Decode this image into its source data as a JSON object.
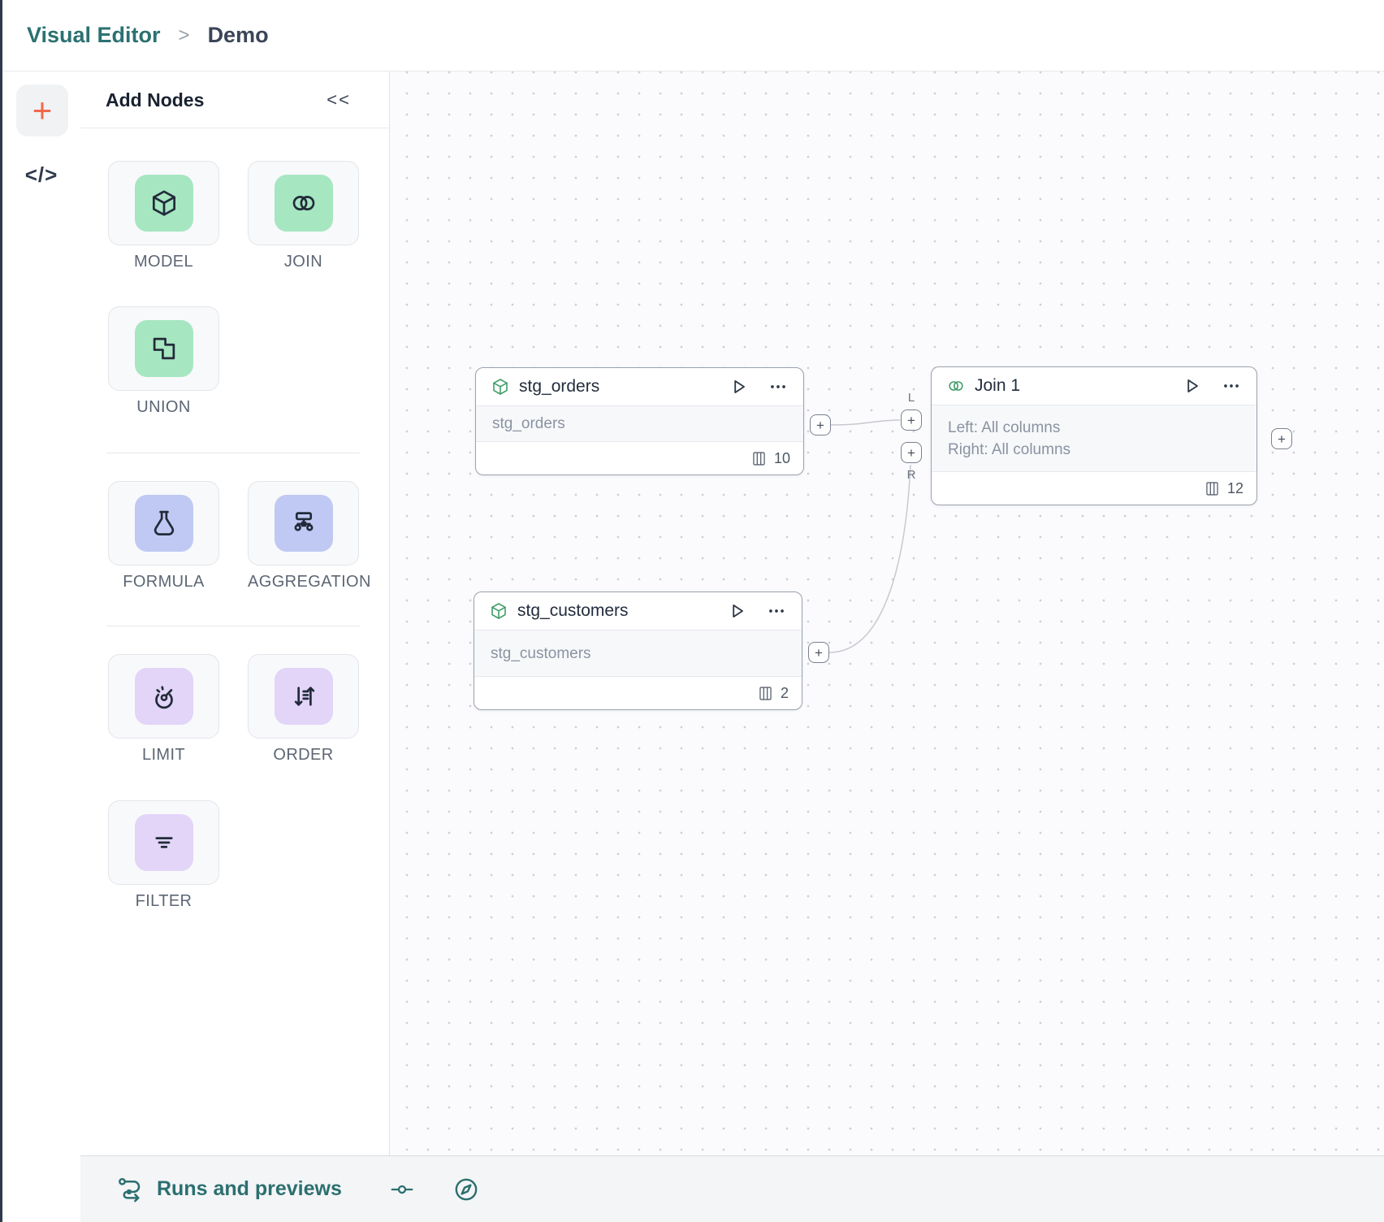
{
  "header": {
    "breadcrumb_root": "Visual Editor",
    "separator": ">",
    "breadcrumb_page": "Demo"
  },
  "left_rail": {
    "add_label": "+",
    "code_label": "</>",
    "icons": [
      "plus-icon",
      "code-icon"
    ]
  },
  "panel": {
    "title": "Add Nodes",
    "collapse_label": "<<",
    "tile_colors": {
      "green": "#a6e6c1",
      "blue": "#bfc9f3",
      "purple": "#e2d5f8"
    },
    "groups": [
      {
        "items": [
          {
            "label": "MODEL",
            "icon": "cube-icon",
            "color": "green"
          },
          {
            "label": "JOIN",
            "icon": "join-circles-icon",
            "color": "green"
          },
          {
            "label": "UNION",
            "icon": "union-shapes-icon",
            "color": "green"
          }
        ]
      },
      {
        "items": [
          {
            "label": "FORMULA",
            "icon": "flask-icon",
            "color": "blue"
          },
          {
            "label": "AGGREGATION",
            "icon": "tree-icon",
            "color": "blue"
          }
        ]
      },
      {
        "items": [
          {
            "label": "LIMIT",
            "icon": "gauge-icon",
            "color": "purple"
          },
          {
            "label": "ORDER",
            "icon": "sort-icon",
            "color": "purple"
          },
          {
            "label": "FILTER",
            "icon": "filter-lines-icon",
            "color": "purple"
          }
        ]
      }
    ]
  },
  "canvas": {
    "nodes": [
      {
        "id": "stg_orders",
        "icon": "cube-icon",
        "title": "stg_orders",
        "body_lines": [
          "stg_orders"
        ],
        "column_count": "10"
      },
      {
        "id": "stg_customers",
        "icon": "cube-icon",
        "title": "stg_customers",
        "body_lines": [
          "stg_customers"
        ],
        "column_count": "2"
      },
      {
        "id": "join1",
        "icon": "join-circles-icon",
        "title": "Join 1",
        "body_lines": [
          "Left: All columns",
          "Right: All columns"
        ],
        "column_count": "12"
      }
    ],
    "ports": {
      "glyph": "+",
      "left_label": "L",
      "right_label": "R"
    },
    "accent_green": "#3f9e68"
  },
  "bottom_bar": {
    "runs_label": "Runs and previews",
    "icons": [
      "runs-flow-icon",
      "commit-slider-icon",
      "compass-icon"
    ],
    "accent": "#2c6f6f"
  }
}
